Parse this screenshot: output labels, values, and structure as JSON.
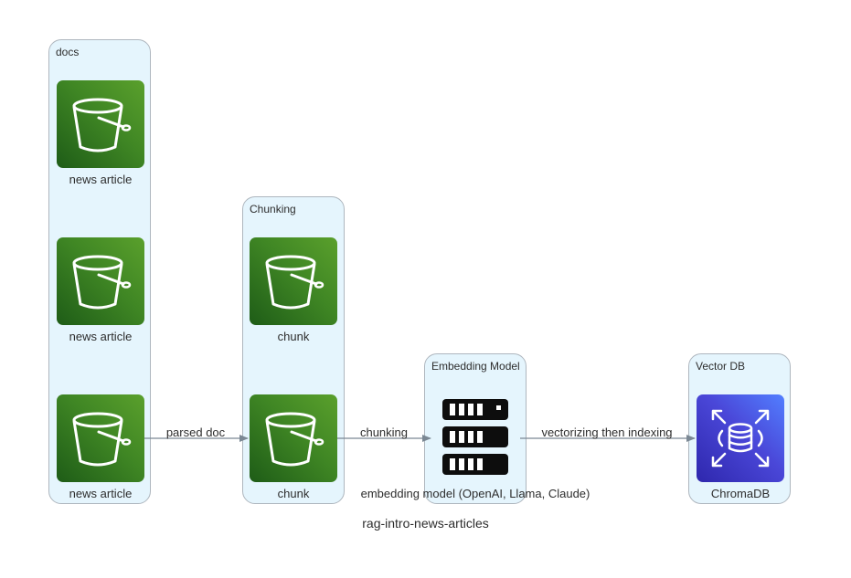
{
  "graph": {
    "title": "rag-intro-news-articles"
  },
  "clusters": {
    "docs": {
      "label": "docs"
    },
    "chunking": {
      "label": "Chunking"
    },
    "embedding": {
      "label": "Embedding Model"
    },
    "vectordb": {
      "label": "Vector DB"
    }
  },
  "nodes": {
    "news_article_1": {
      "label": "news article",
      "icon": "s3-bucket-icon"
    },
    "news_article_2": {
      "label": "news article",
      "icon": "s3-bucket-icon"
    },
    "news_article_3": {
      "label": "news article",
      "icon": "s3-bucket-icon"
    },
    "chunk_1": {
      "label": "chunk",
      "icon": "s3-bucket-icon"
    },
    "chunk_2": {
      "label": "chunk",
      "icon": "s3-bucket-icon"
    },
    "embedding_model": {
      "label": "embedding model (OpenAI, Llama, Claude)",
      "icon": "server-rack-icon"
    },
    "chromadb": {
      "label": "ChromaDB",
      "icon": "database-icon"
    }
  },
  "edges": {
    "parsed_doc": {
      "label": "parsed doc"
    },
    "chunking": {
      "label": "chunking"
    },
    "vectorizing": {
      "label": "vectorizing then indexing"
    }
  },
  "colors": {
    "cluster_bg": "#e5f5fd",
    "cluster_border": "#aeb6be",
    "s3_green": "#3f8624",
    "chroma_blue": "#4a47d8",
    "edge": "#7b8894"
  }
}
